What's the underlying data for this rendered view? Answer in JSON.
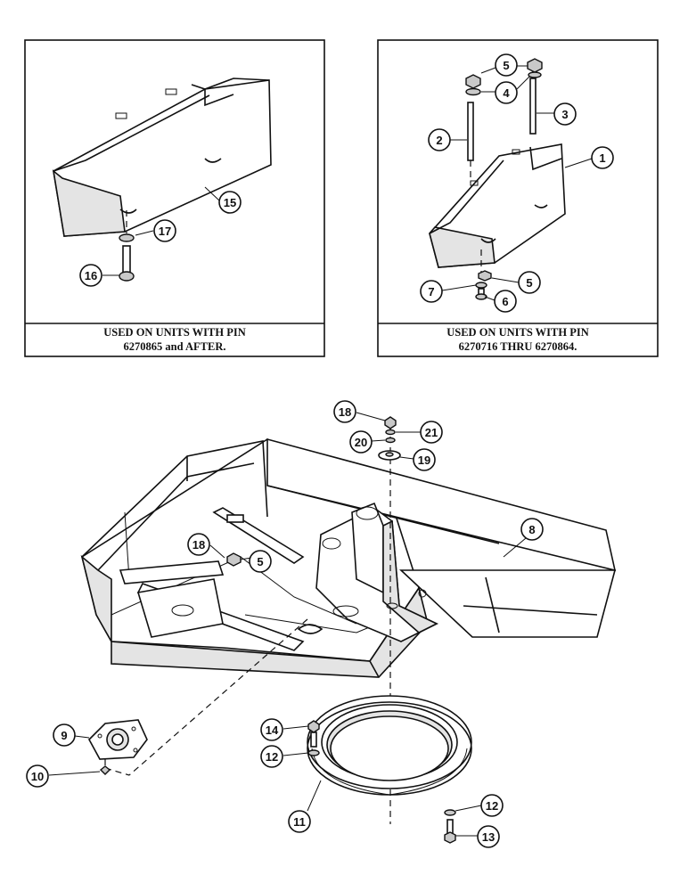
{
  "panels": {
    "left_caption": [
      "USED ON UNITS WITH PIN",
      "6270865 and AFTER."
    ],
    "right_caption": [
      "USED ON UNITS WITH PIN",
      "6270716 THRU 6270864."
    ]
  },
  "callouts": {
    "c1": "1",
    "c2": "2",
    "c3": "3",
    "c4": "4",
    "c5a": "5",
    "c5b": "5",
    "c5c": "5",
    "c6": "6",
    "c7": "7",
    "c8": "8",
    "c9": "9",
    "c10": "10",
    "c11": "11",
    "c12a": "12",
    "c12b": "12",
    "c13": "13",
    "c14": "14",
    "c15": "15",
    "c16": "16",
    "c17": "17",
    "c18a": "18",
    "c18b": "18",
    "c19": "19",
    "c20": "20",
    "c21": "21"
  },
  "icons": {
    "counterweight": "counterweight-icon",
    "frame": "upper-frame-icon",
    "bearing": "swing-bearing-icon",
    "bolt": "bolt-icon",
    "nut": "nut-icon",
    "washer": "washer-icon"
  }
}
